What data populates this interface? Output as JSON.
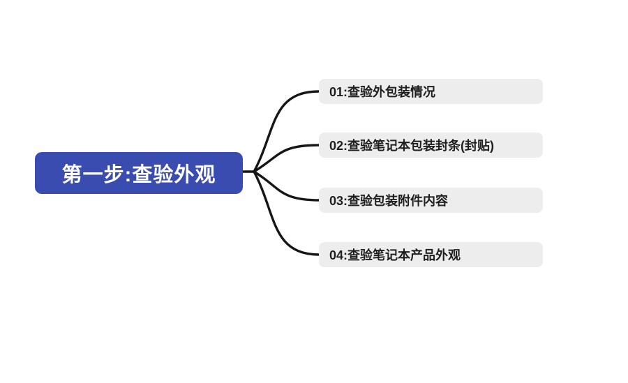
{
  "diagram": {
    "type": "mindmap",
    "background_color": "#ffffff",
    "connector_color": "#161616",
    "root": {
      "label": "第一步:查验外观",
      "bg_color": "#3b4cb0",
      "text_color": "#ffffff"
    },
    "children": [
      {
        "label": "01:查验外包装情况"
      },
      {
        "label": "02:查验笔记本包装封条(封贴)"
      },
      {
        "label": "03:查验包装附件内容"
      },
      {
        "label": "04:查验笔记本产品外观"
      }
    ],
    "child_bg_color": "#ededed",
    "child_text_color": "#1e1e1e"
  }
}
